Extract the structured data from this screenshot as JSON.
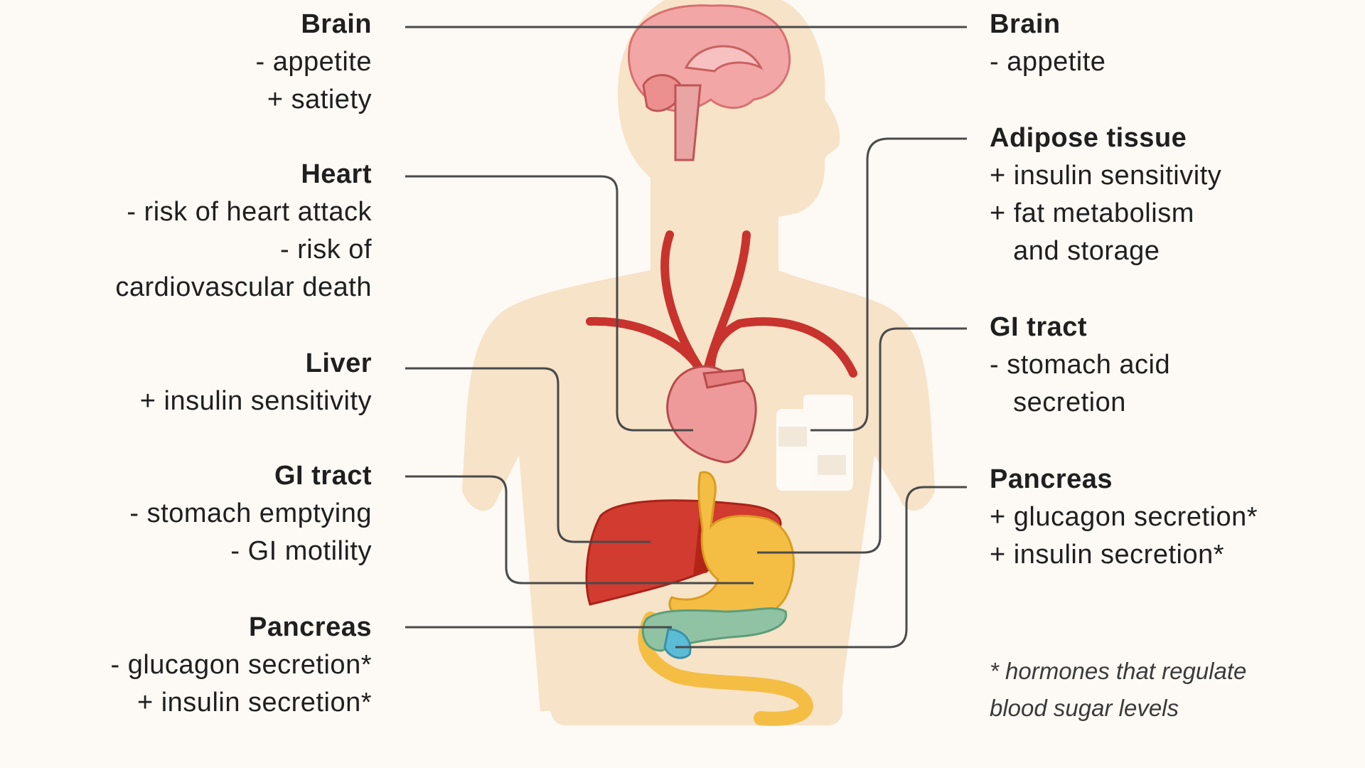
{
  "left_labels": [
    {
      "title": "Brain",
      "lines": [
        "- appetite",
        "+ satiety"
      ]
    },
    {
      "title": "Heart",
      "lines": [
        "- risk of heart attack",
        "- risk of",
        "cardiovascular death"
      ]
    },
    {
      "title": "Liver",
      "lines": [
        "+ insulin sensitivity"
      ]
    },
    {
      "title": "GI tract",
      "lines": [
        "- stomach emptying",
        "- GI motility"
      ]
    },
    {
      "title": "Pancreas",
      "lines": [
        "- glucagon secretion*",
        "+ insulin secretion*"
      ]
    }
  ],
  "right_labels": [
    {
      "title": "Brain",
      "lines": [
        "- appetite"
      ]
    },
    {
      "title": "Adipose tissue",
      "lines": [
        "+ insulin sensitivity",
        "+ fat metabolism",
        "   and storage"
      ]
    },
    {
      "title": "GI tract",
      "lines": [
        "- stomach acid",
        "   secretion"
      ]
    },
    {
      "title": "Pancreas",
      "lines": [
        "+ glucagon secretion*",
        "+ insulin secretion*"
      ]
    }
  ],
  "footnote": [
    "* hormones that regulate",
    "blood sugar levels"
  ],
  "colors": {
    "background": "#fdf9f4",
    "body": "#f6e3c8",
    "brain": "#f2a6a6",
    "heart": "#ef9a9a",
    "arteries": "#c8332d",
    "liver": "#d23b30",
    "stomach": "#f4be45",
    "pancreas": "#8fc3a3",
    "adipose": "#ffffff",
    "leader_lines": "#4a4a4a"
  }
}
